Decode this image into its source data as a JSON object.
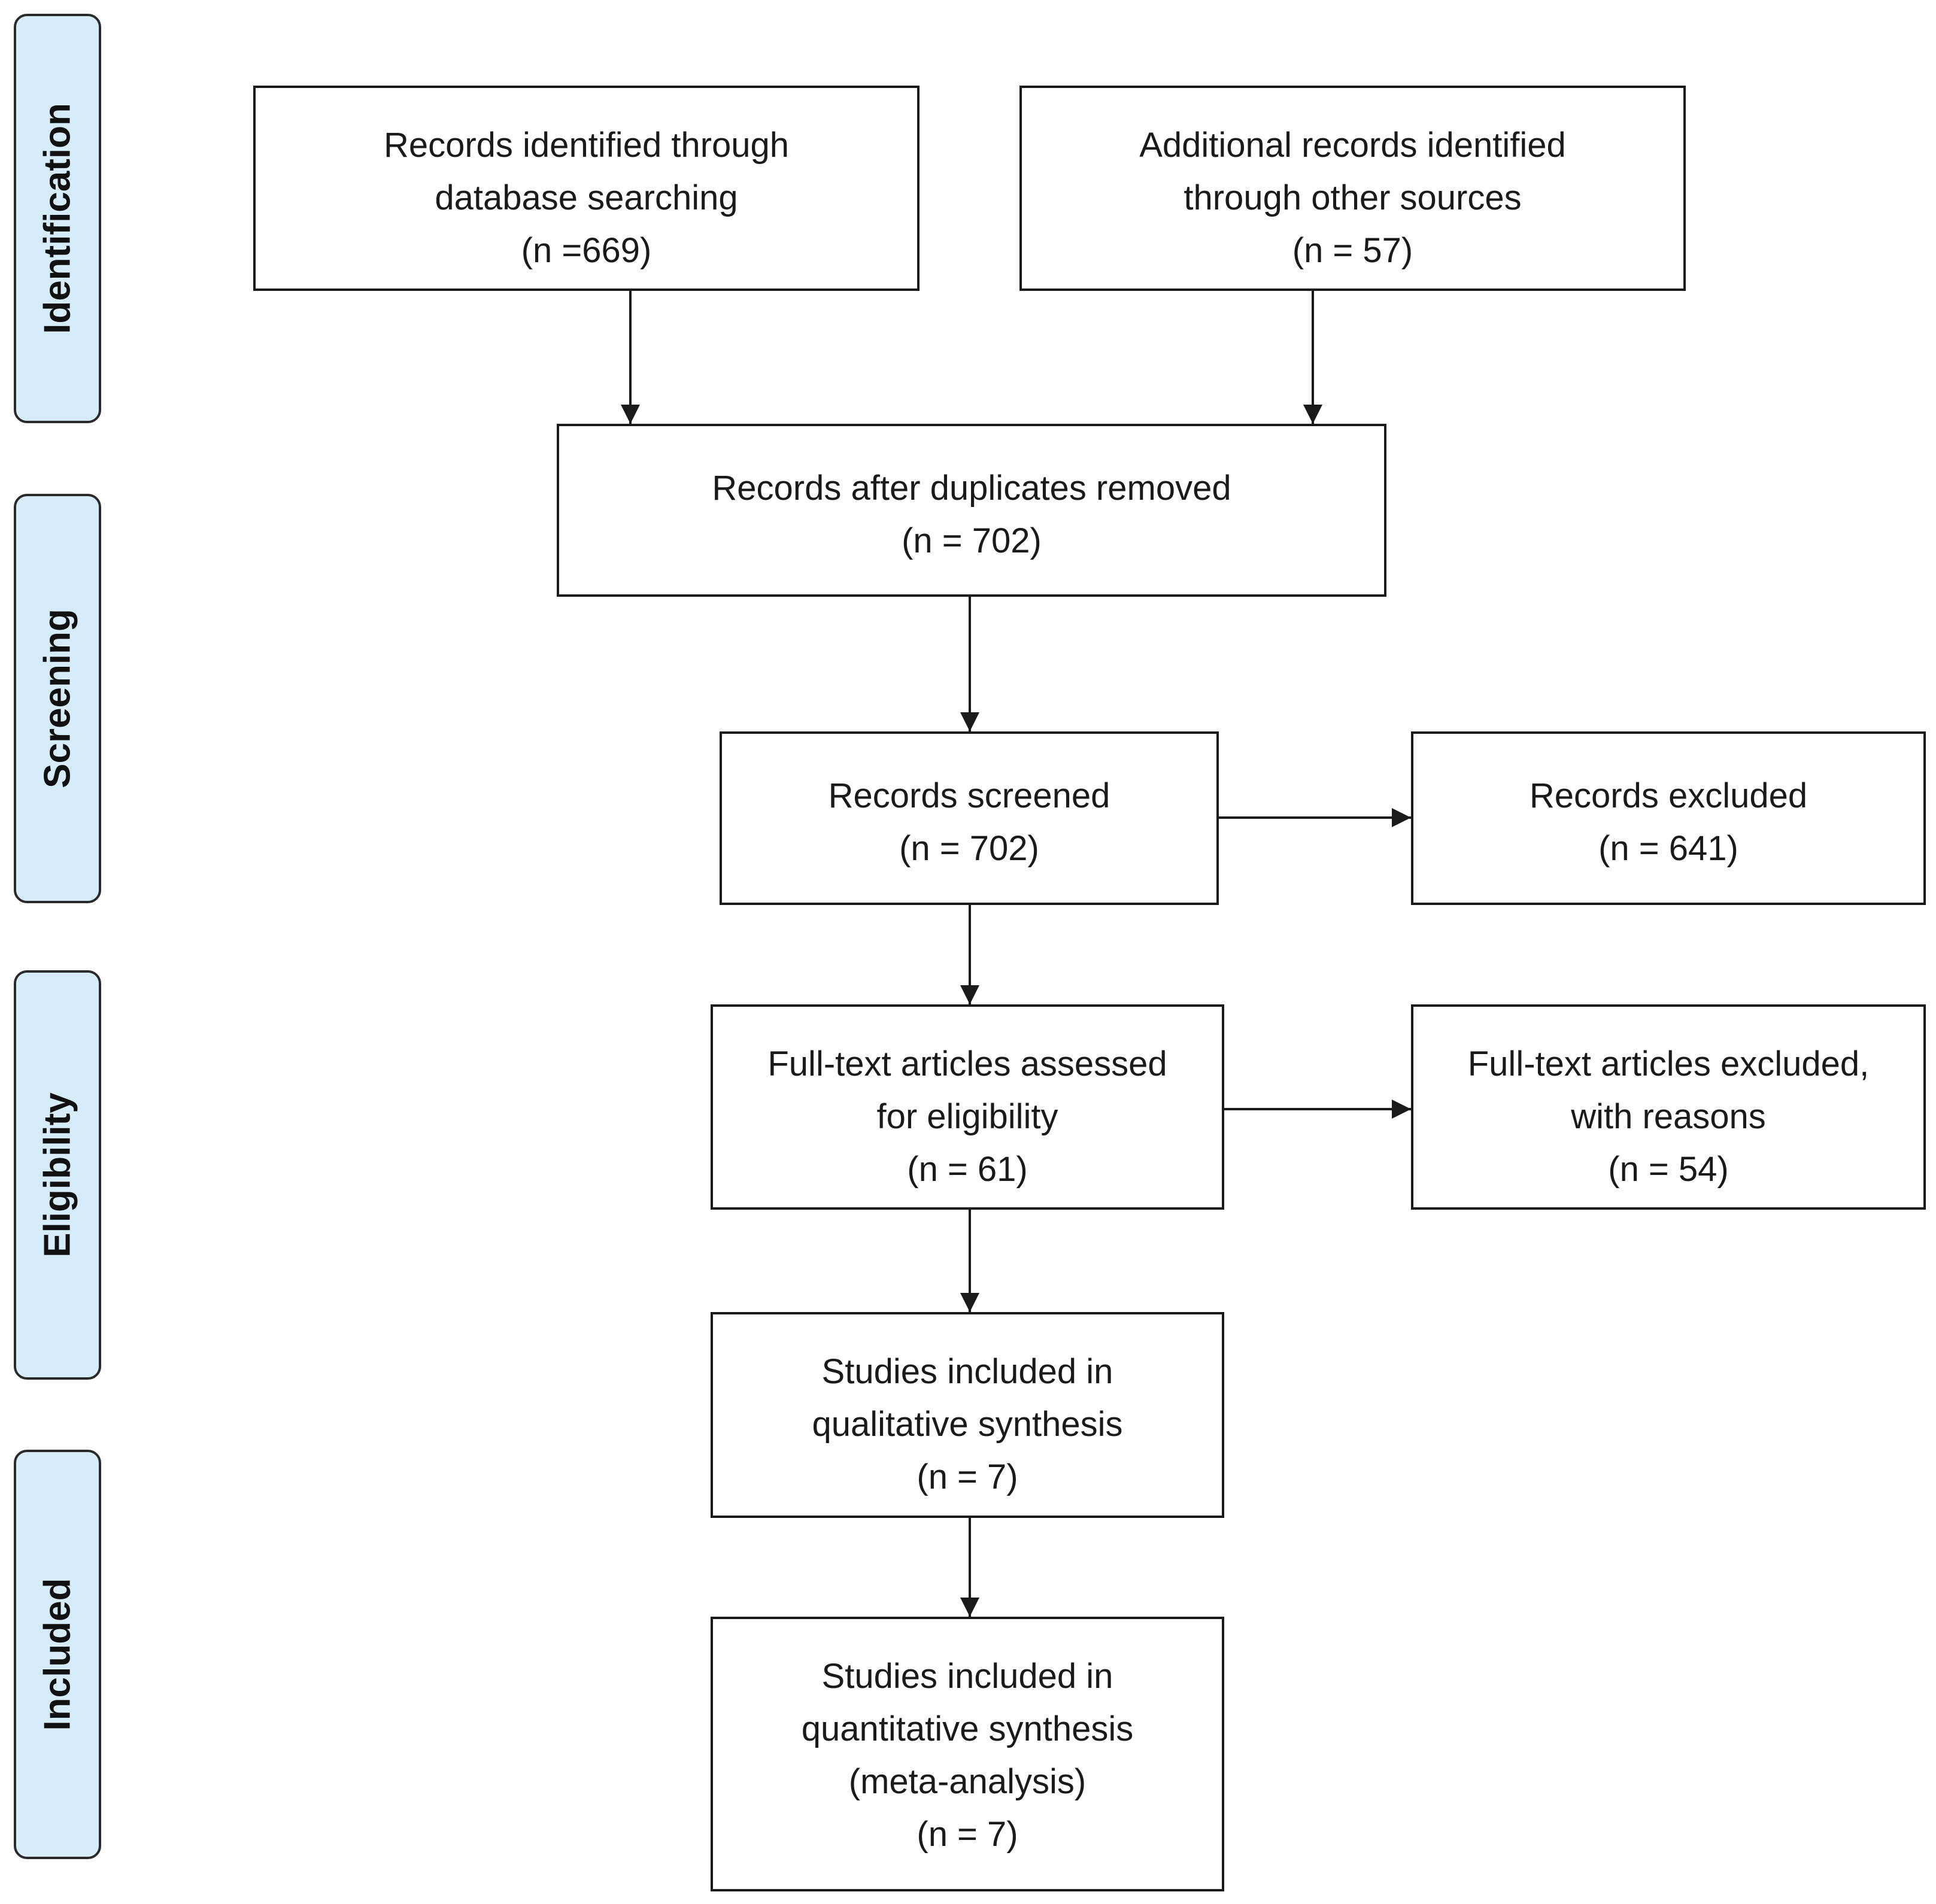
{
  "phases": {
    "identification": "Identification",
    "screening": "Screening",
    "eligibility": "Eligibility",
    "included": "Included"
  },
  "boxes": {
    "database": {
      "lines": [
        "Records identified through",
        "database searching",
        "(n =669)"
      ]
    },
    "other_sources": {
      "lines": [
        "Additional records identified",
        "through other sources",
        "(n = 57)"
      ]
    },
    "after_duplicates": {
      "lines": [
        "Records after duplicates removed",
        "(n = 702)"
      ]
    },
    "screened": {
      "lines": [
        "Records screened",
        "(n = 702)"
      ]
    },
    "excluded": {
      "lines": [
        "Records excluded",
        "(n = 641)"
      ]
    },
    "fulltext_assessed": {
      "lines": [
        "Full-text articles assessed",
        "for eligibility",
        "(n = 61)"
      ]
    },
    "fulltext_excluded": {
      "lines": [
        "Full-text articles excluded,",
        "with reasons",
        "(n = 54)"
      ]
    },
    "qualitative": {
      "lines": [
        "Studies included in",
        "qualitative synthesis",
        "(n = 7)"
      ]
    },
    "quantitative": {
      "lines": [
        "Studies included in",
        "quantitative synthesis",
        "(meta-analysis)",
        "(n = 7)"
      ]
    }
  },
  "colors": {
    "phase_fill": "#d6ecfb",
    "border": "#1a1a1a",
    "arrow": "#1a1a1a"
  }
}
